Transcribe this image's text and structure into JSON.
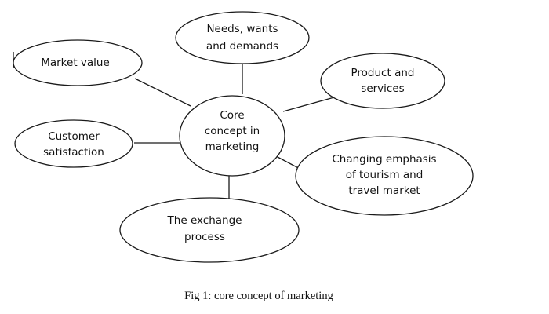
{
  "diagram": {
    "center": {
      "lines": [
        "Core",
        "concept in",
        "marketing"
      ]
    },
    "nodes": {
      "needs": {
        "lines": [
          "Needs, wants",
          "and demands"
        ]
      },
      "product": {
        "lines": [
          "Product and",
          "services"
        ]
      },
      "changing": {
        "lines": [
          "Changing emphasis",
          "of tourism and",
          "travel market"
        ]
      },
      "exchange": {
        "lines": [
          "The exchange",
          "process"
        ]
      },
      "customer": {
        "lines": [
          "Customer",
          "satisfaction"
        ]
      },
      "market": {
        "lines": [
          "Market value"
        ]
      }
    }
  },
  "caption": "Fig 1: core concept of marketing"
}
